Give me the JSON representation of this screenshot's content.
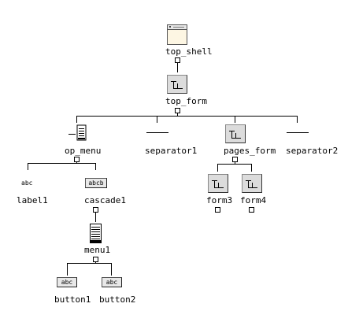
{
  "nodes": {
    "top_shell": "top_shell",
    "top_form": "top_form",
    "op_menu": "op_menu",
    "separator1": "separator1",
    "pages_form": "pages_form",
    "separator2": "separator2",
    "label1": "label1",
    "cascade1": "cascade1",
    "menu1": "menu1",
    "form3": "form3",
    "form4": "form4",
    "button1": "button1",
    "button2": "button2"
  },
  "icon_text": {
    "label1": "abc",
    "cascade1": "abcb",
    "button1": "abc",
    "button2": "abc"
  },
  "icon_names": {
    "top_shell": "shell-window-icon",
    "form": "form-container-icon",
    "op_menu": "option-menu-icon",
    "separator": "separator-icon",
    "label": "label-icon",
    "cascade": "cascade-button-icon",
    "menu": "menu-icon",
    "button": "push-button-icon"
  }
}
